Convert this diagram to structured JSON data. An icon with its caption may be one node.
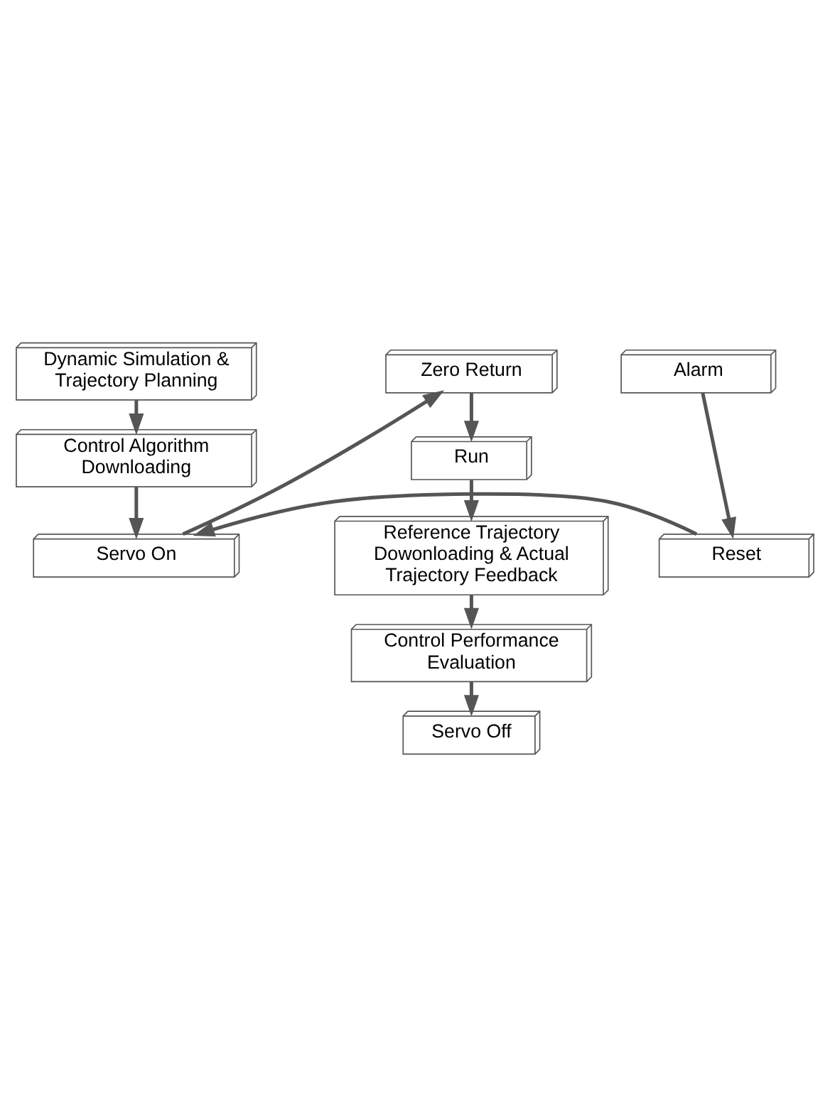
{
  "diagram": {
    "nodes": [
      {
        "text": [
          "Dynamic Simulation & Trajectory Planning"
        ]
      },
      {
        "text": [
          "Control Algorithm Downloading"
        ]
      },
      {
        "text": [
          "Servo On"
        ]
      },
      {
        "text": [
          "Zero Return"
        ]
      },
      {
        "text": [
          "Run"
        ]
      },
      {
        "text": [
          "Reference Trajectory Dowonloading & Actual Trajectory Feedback"
        ]
      },
      {
        "text": [
          "Control Performance Evaluation"
        ]
      },
      {
        "text": [
          "Servo Off"
        ]
      },
      {
        "text": [
          "Reset"
        ]
      },
      {
        "text": [
          "Alarm"
        ]
      }
    ],
    "edges": [
      {
        "from": 0,
        "to": 1,
        "arrow": "to"
      },
      {
        "from": 1,
        "to": 2,
        "arrow": "to"
      },
      {
        "from": 2,
        "to": 3,
        "arrow": "to"
      },
      {
        "from": 3,
        "to": 4,
        "arrow": "to"
      },
      {
        "from": 4,
        "to": 5,
        "arrow": "to"
      },
      {
        "from": 5,
        "to": 6,
        "arrow": "to"
      },
      {
        "from": 6,
        "to": 7,
        "arrow": "to"
      },
      {
        "from": 8,
        "to": 2,
        "arrow": "to"
      },
      {
        "from": 9,
        "to": 8,
        "arrow": "to"
      }
    ]
  }
}
